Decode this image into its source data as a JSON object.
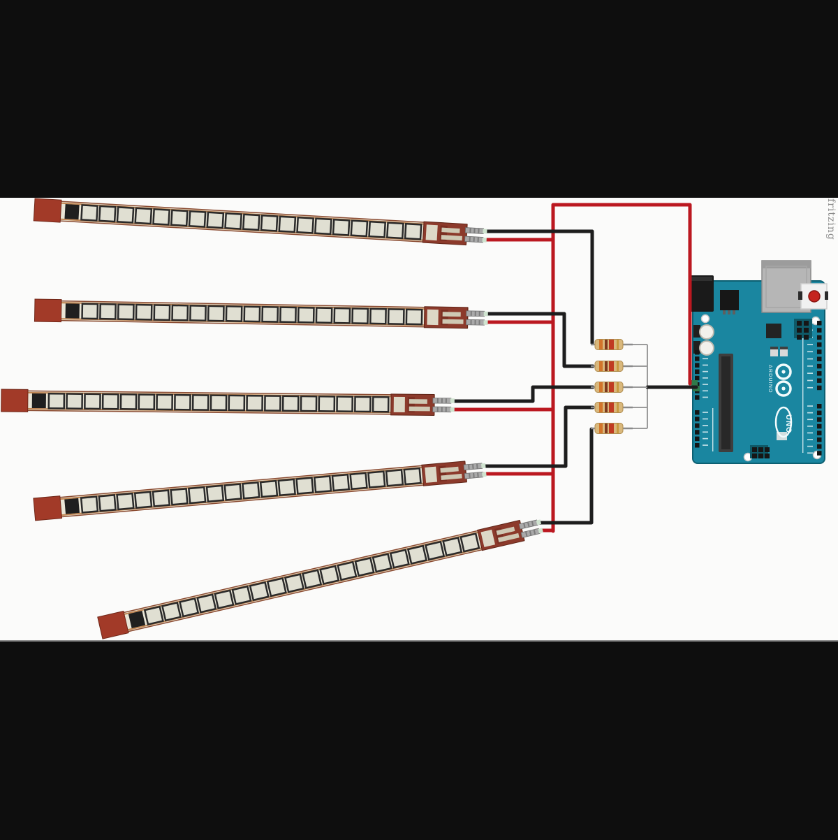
{
  "watermark": "fritzing",
  "diagram": {
    "board": {
      "logo_text": "UNO",
      "brand_text": "ARDUINO",
      "board_color": "#1a86a0",
      "pcb_edge_color": "#0d6072",
      "reset_button_color": "#c5241e",
      "usb_color": "#b6b6b6"
    },
    "flex_sensors": {
      "count": 5,
      "segments": 19,
      "strip_color": "#e9e5d6",
      "copper_color": "#c08552",
      "outline_color": "#8a4a30",
      "pad_color": "#a23a28",
      "connector_color": "#8c3a2b",
      "segment_color": "#e0dfd2",
      "segment_border": "#2a2a2a",
      "pin_color": "#a9a9a9",
      "pin_tip_color": "#cfe3cf"
    },
    "resistors": {
      "count": 5,
      "body_color": "#d9b87c",
      "band_colors": [
        "#d2742a",
        "#7d3a1e",
        "#c03b22",
        "#c89a3e"
      ],
      "lead_color": "#8a8a8a"
    },
    "wires": {
      "power_color": "#bb1820",
      "signal_color": "#1d1d1d",
      "bus_color": "#9b9b9b",
      "pad_color": "#2f7a4a"
    },
    "background": {
      "letterbox": "#0e0e0e",
      "canvas": "#fbfbfa"
    }
  }
}
